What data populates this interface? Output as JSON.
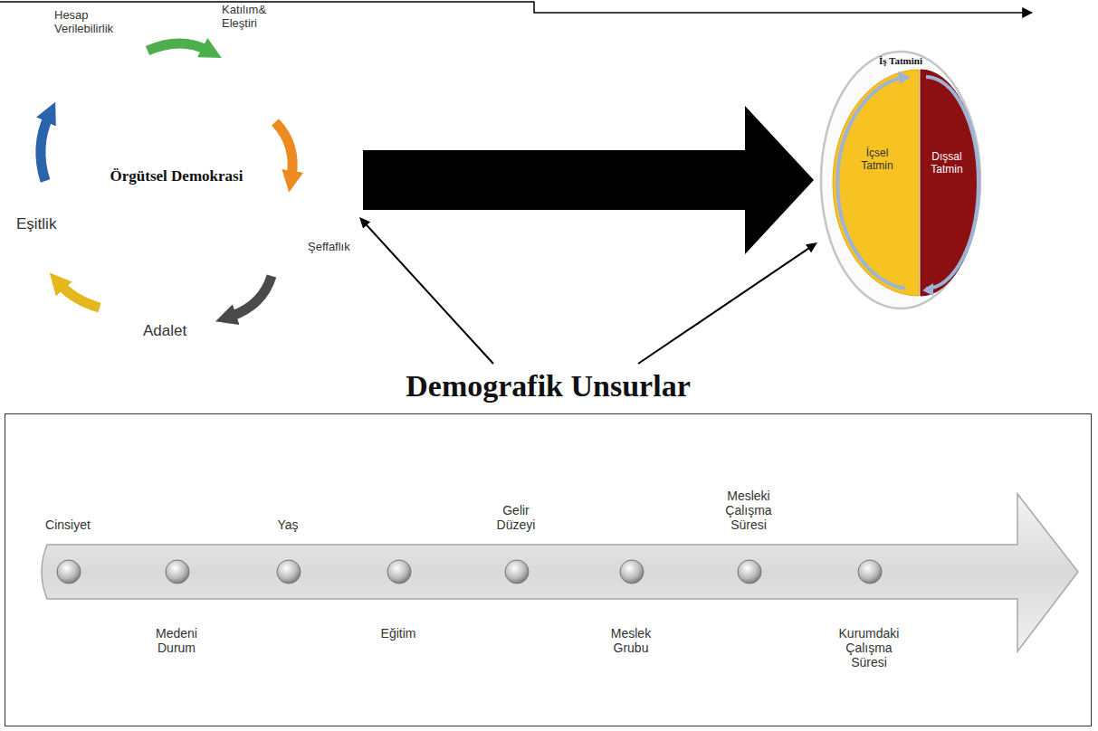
{
  "diagram": {
    "nodes": [
      {
        "text": [
          "Örgütsel Demokrasi"
        ]
      },
      {
        "text": [
          "İş Tatmini"
        ]
      },
      {
        "text": [
          "İçsel Tatmin"
        ],
        "in": 1
      },
      {
        "text": [
          "Dışsal Tatmin"
        ],
        "in": 1
      },
      {
        "text": [
          "Demografik Unsurlar"
        ]
      }
    ],
    "edges": [
      {
        "from": 0,
        "to": 1,
        "arrow": "to"
      },
      {
        "from": 4,
        "to": 0,
        "arrow": "to"
      },
      {
        "from": 4,
        "to": 1,
        "arrow": "to"
      }
    ],
    "labels": [
      "Hesap Verilebilirlik",
      "Katılım& Eleştiri",
      "Eşitlik",
      "Şeffaflık",
      "Adalet",
      "Cinsiyet",
      "Medeni Durum",
      "Yaş",
      "Eğitim",
      "Gelir Düzeyi",
      "Meslek Grubu",
      "Mesleki Çalışma Süresi",
      "Kurumdaki Çalışma Süresi"
    ]
  }
}
